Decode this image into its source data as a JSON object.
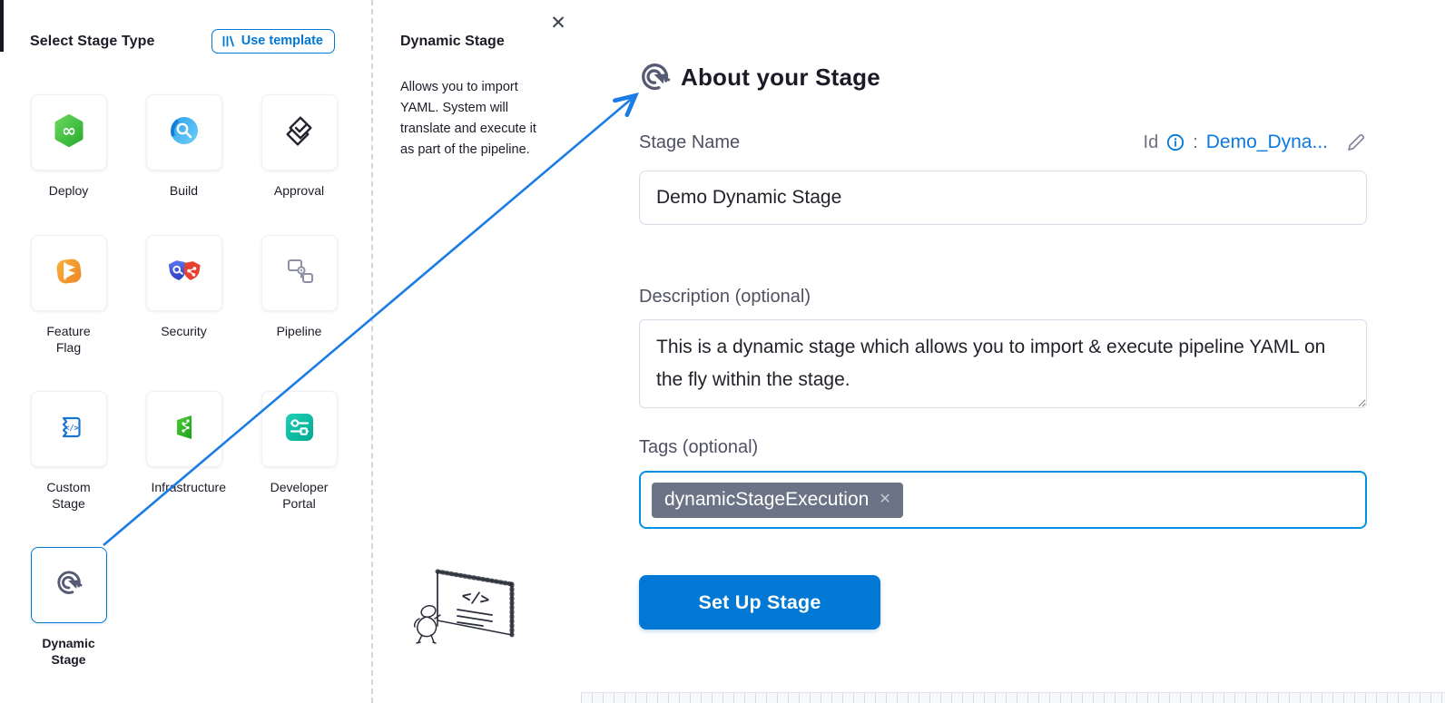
{
  "left_panel": {
    "title": "Select Stage Type",
    "use_template_button": "Use template",
    "stages": [
      {
        "label": "Deploy",
        "icon": "deploy-icon"
      },
      {
        "label": "Build",
        "icon": "build-icon"
      },
      {
        "label": "Approval",
        "icon": "approval-icon"
      },
      {
        "label": "Feature Flag",
        "icon": "feature-flag-icon"
      },
      {
        "label": "Security",
        "icon": "security-icon"
      },
      {
        "label": "Pipeline",
        "icon": "pipeline-icon"
      },
      {
        "label": "Custom Stage",
        "icon": "custom-stage-icon"
      },
      {
        "label": "Infrastructure",
        "icon": "infrastructure-icon"
      },
      {
        "label": "Developer Portal",
        "icon": "developer-portal-icon"
      },
      {
        "label": "Dynamic Stage",
        "icon": "dynamic-stage-icon",
        "selected": true
      }
    ]
  },
  "info_panel": {
    "title": "Dynamic Stage",
    "description": "Allows you to import YAML. System will translate and execute it as part of the pipeline.",
    "close_glyph": "✕",
    "board_text": "</>"
  },
  "about_panel": {
    "title": "About your Stage",
    "stage_name_label": "Stage Name",
    "id_label": "Id",
    "id_separator": ":",
    "id_value": "Demo_Dyna...",
    "stage_name_value": "Demo Dynamic Stage",
    "description_label": "Description (optional)",
    "description_value": "This is a dynamic stage which allows you to import & execute pipeline YAML on the fly within the stage.",
    "tags_label": "Tags (optional)",
    "tag_chip": "dynamicStageExecution",
    "tag_remove_glyph": "✕",
    "setup_button": "Set Up Stage"
  },
  "colors": {
    "accent_blue": "#0278d5",
    "focus_border": "#0092e4",
    "tag_chip_bg": "#6a7486",
    "arrow_blue": "#1b7ce5"
  }
}
